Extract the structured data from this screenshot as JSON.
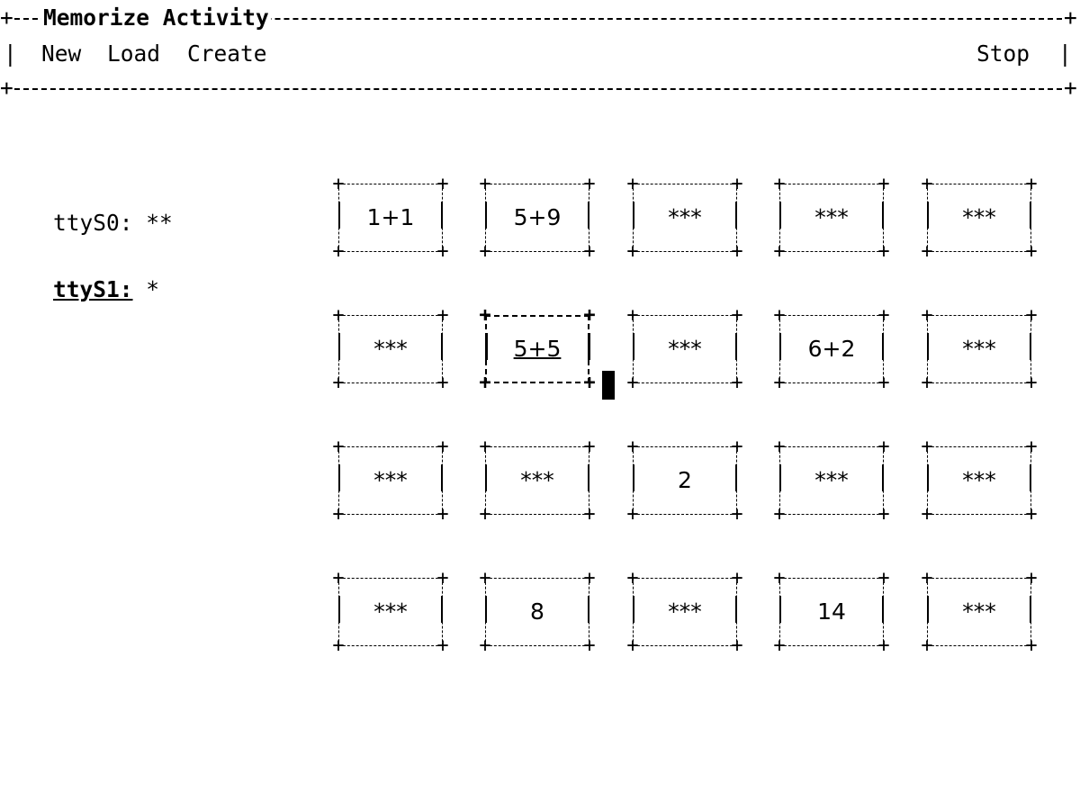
{
  "window": {
    "title": "Memorize Activity"
  },
  "menu": {
    "items": [
      {
        "label": "New"
      },
      {
        "label": "Load"
      },
      {
        "label": "Create"
      }
    ],
    "stop_label": "Stop"
  },
  "players": [
    {
      "name": "ttyS0:",
      "score": "**",
      "active": false
    },
    {
      "name": "ttyS1:",
      "score": "*",
      "active": true
    }
  ],
  "board": {
    "rows": [
      [
        "1+1",
        "5+9",
        "***",
        "***",
        "***"
      ],
      [
        "***",
        "5+5",
        "***",
        "6+2",
        "***"
      ],
      [
        "***",
        "***",
        "2",
        "***",
        "***"
      ],
      [
        "***",
        "8",
        "***",
        "14",
        "***"
      ]
    ],
    "selected": {
      "row": 1,
      "col": 1
    }
  }
}
